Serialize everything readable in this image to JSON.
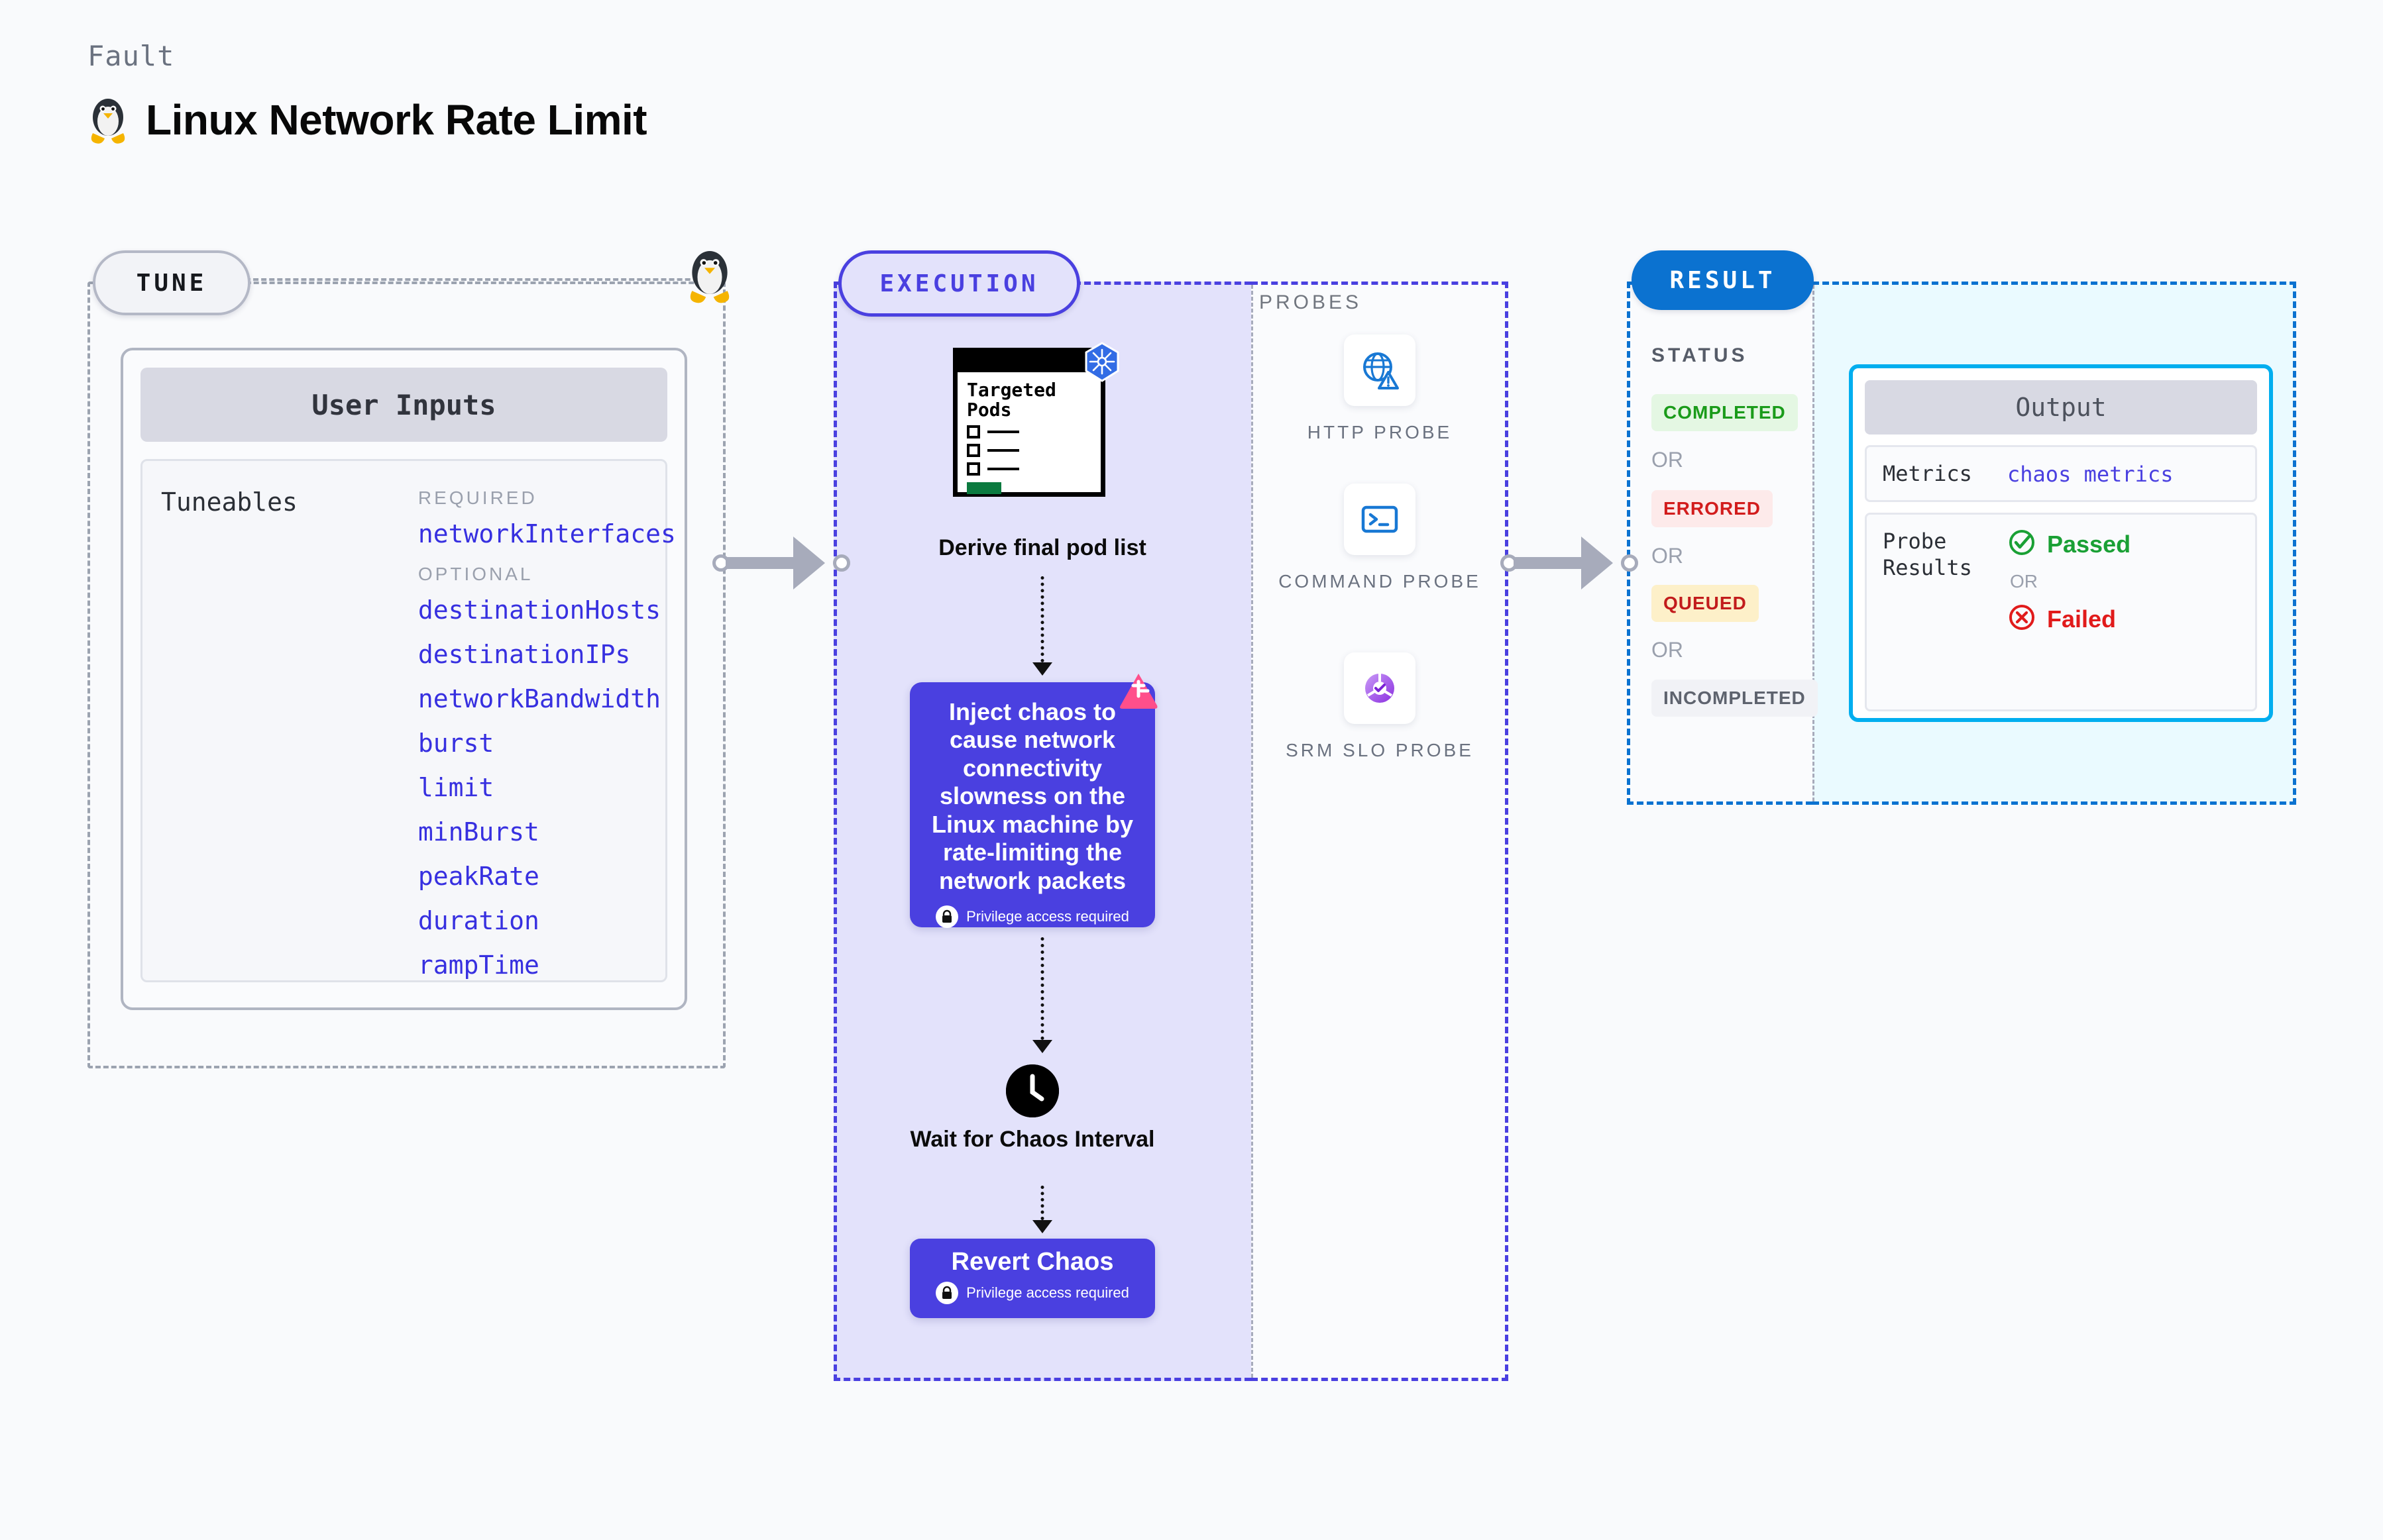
{
  "header": {
    "kicker": "Fault",
    "title": "Linux Network Rate Limit",
    "icon": "linux-penguin-icon"
  },
  "tune": {
    "pill_label": "TUNE",
    "boundary_icon": "linux-penguin-icon",
    "card": {
      "header": "User Inputs",
      "tuneables_label": "Tuneables",
      "groups": [
        {
          "label": "REQUIRED",
          "items": [
            "networkInterfaces"
          ]
        },
        {
          "label": "OPTIONAL",
          "items": [
            "destinationHosts",
            "destinationIPs",
            "networkBandwidth",
            "burst",
            "limit",
            "minBurst",
            "peakRate",
            "duration",
            "rampTime"
          ]
        }
      ]
    }
  },
  "execution": {
    "pill_label": "EXECUTION",
    "pods_card": {
      "title": "Targeted Pods",
      "badge_icon": "kubernetes-icon",
      "checkbox_rows": 3
    },
    "derive_label": "Derive final pod list",
    "inject_card": {
      "text": "Inject chaos to cause network connectivity slowness on the Linux machine by rate-limiting the network packets",
      "privilege_note": "Privilege access required",
      "privilege_icon": "lock-icon",
      "corner_icon": "litmus-chaos-icon"
    },
    "wait_step": {
      "icon": "clock-icon",
      "label": "Wait for Chaos Interval"
    },
    "revert_card": {
      "title": "Revert Chaos",
      "privilege_note": "Privilege access required",
      "privilege_icon": "lock-icon"
    }
  },
  "probes": {
    "title": "PROBES",
    "items": [
      {
        "name": "HTTP PROBE",
        "icon": "globe-warning-icon"
      },
      {
        "name": "COMMAND PROBE",
        "icon": "terminal-icon"
      },
      {
        "name": "SRM SLO PROBE",
        "icon": "slo-donut-check-icon"
      }
    ]
  },
  "result": {
    "pill_label": "RESULT",
    "status_title": "STATUS",
    "or_label": "OR",
    "statuses": [
      {
        "label": "COMPLETED",
        "bg": "#e4f7e3",
        "fg": "#1a9b1a"
      },
      {
        "label": "ERRORED",
        "bg": "#fdeaea",
        "fg": "#d21c1c"
      },
      {
        "label": "QUEUED",
        "bg": "#fdf0c9",
        "fg": "#c21c1c"
      },
      {
        "label": "INCOMPLETED",
        "bg": "#f1f2f6",
        "fg": "#5e636e"
      }
    ],
    "output": {
      "header": "Output",
      "metrics_label": "Metrics",
      "metrics_value": "chaos metrics",
      "probe_results_label": "Probe Results",
      "passed_label": "Passed",
      "failed_label": "Failed",
      "or_label": "OR",
      "passed_icon": "check-circle-icon",
      "failed_icon": "x-circle-icon"
    }
  },
  "colors": {
    "execution_accent": "#4a40e0",
    "result_accent": "#0b72d0",
    "output_border": "#00aeef",
    "tune_border": "#9ca3b0"
  }
}
